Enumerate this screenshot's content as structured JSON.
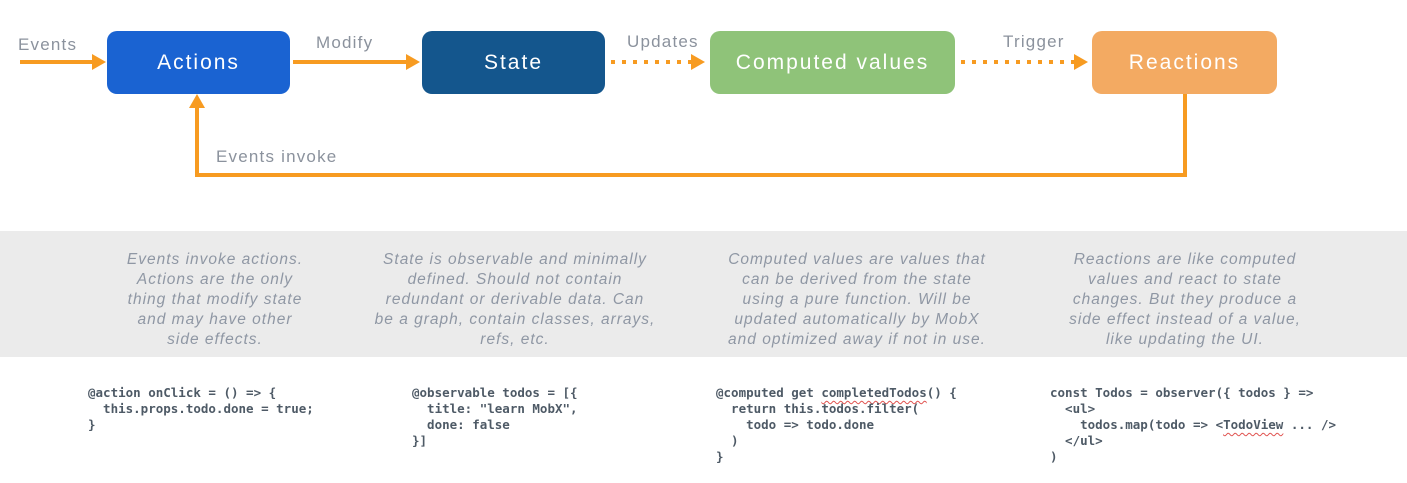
{
  "colors": {
    "arrow": "#f79b21",
    "label": "#8b929d",
    "desc": "#8f97a4",
    "code": "#4e5a66",
    "band": "#ebebeb",
    "squiggle": "#e0524f",
    "node-text": "#ffffff"
  },
  "diagram": {
    "nodes": [
      {
        "id": "actions",
        "label": "Actions",
        "color": "#1a63d2"
      },
      {
        "id": "state",
        "label": "State",
        "color": "#14568d"
      },
      {
        "id": "computed",
        "label": "Computed values",
        "color": "#8fc379"
      },
      {
        "id": "reactions",
        "label": "Reactions",
        "color": "#f3aa62"
      }
    ],
    "edges": [
      {
        "label": "Events",
        "style": "solid"
      },
      {
        "label": "Modify",
        "style": "solid"
      },
      {
        "label": "Updates",
        "style": "dotted"
      },
      {
        "label": "Trigger",
        "style": "dotted"
      },
      {
        "label": "Events invoke",
        "style": "solid"
      }
    ]
  },
  "descriptions": [
    "Events invoke actions.\nActions are the only\nthing that modify state\nand may have other\nside effects.",
    "State is observable and minimally\ndefined. Should not contain\nredundant or derivable data. Can\nbe a graph, contain classes, arrays,\nrefs, etc.",
    "Computed values are values that\ncan be derived from the state\nusing a pure function. Will be\nupdated automatically by MobX\nand optimized away if not in use.",
    "Reactions are like computed\nvalues and react to state\nchanges. But they produce a\nside effect instead of a value,\nlike updating the UI."
  ],
  "code_samples": [
    {
      "lines": [
        "@action onClick = () => {",
        "  this.props.todo.done = true;",
        "}"
      ]
    },
    {
      "lines": [
        "@observable todos = [{",
        "  title: \"learn MobX\",",
        "  done: false",
        "}]"
      ]
    },
    {
      "lines": [
        [
          {
            "text": "@computed get "
          },
          {
            "text": "completedTodos",
            "squiggle": true
          },
          {
            "text": "() {"
          }
        ],
        "  return this.todos.filter(",
        "    todo => todo.done",
        "  )",
        "}"
      ]
    },
    {
      "lines": [
        "const Todos = observer({ todos } =>",
        "  <ul>",
        [
          {
            "text": "    todos.map(todo => <"
          },
          {
            "text": "TodoView",
            "squiggle": true
          },
          {
            "text": " ... />"
          }
        ],
        "  </ul>",
        ")"
      ]
    }
  ]
}
